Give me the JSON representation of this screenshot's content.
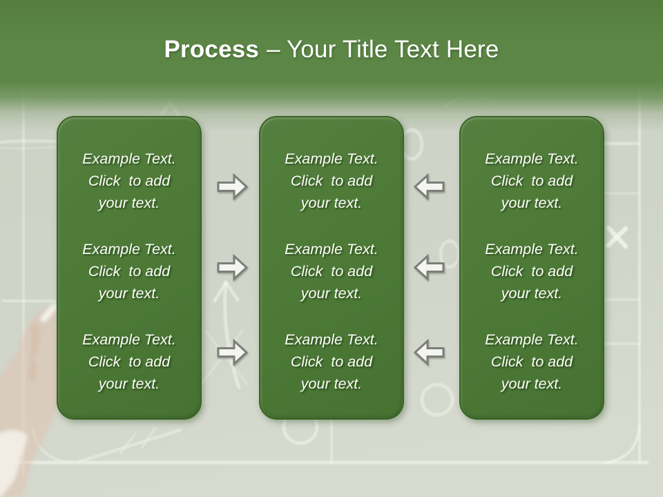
{
  "slide": {
    "title": {
      "lead": "Process",
      "tail": "– Your Title Text Here"
    },
    "columns": [
      {
        "id": "col-1",
        "blocks": [
          "Example Text.\nClick  to add\nyour text.",
          "Example Text.\nClick  to add\nyour text.",
          "Example Text.\nClick  to add\nyour text."
        ]
      },
      {
        "id": "col-2",
        "blocks": [
          "Example Text.\nClick  to add\nyour text.",
          "Example Text.\nClick  to add\nyour text.",
          "Example Text.\nClick  to add\nyour text."
        ]
      },
      {
        "id": "col-3",
        "blocks": [
          "Example Text.\nClick  to add\nyour text.",
          "Example Text.\nClick  to add\nyour text.",
          "Example Text.\nClick  to add\nyour text."
        ]
      }
    ],
    "connectors": {
      "left_gap": {
        "direction": "right",
        "count": 3
      },
      "right_gap": {
        "direction": "left",
        "count": 3
      }
    },
    "colors": {
      "header_green": "#5d8747",
      "box_fill": "#4e7b38",
      "box_border": "#3b6425",
      "arrow_fill": "#f4f4f1",
      "arrow_stroke": "#7c7e79",
      "title_text": "#ffffff",
      "box_text": "#fcfdf7",
      "chalkboard_wash": "#cfd4c8"
    }
  }
}
